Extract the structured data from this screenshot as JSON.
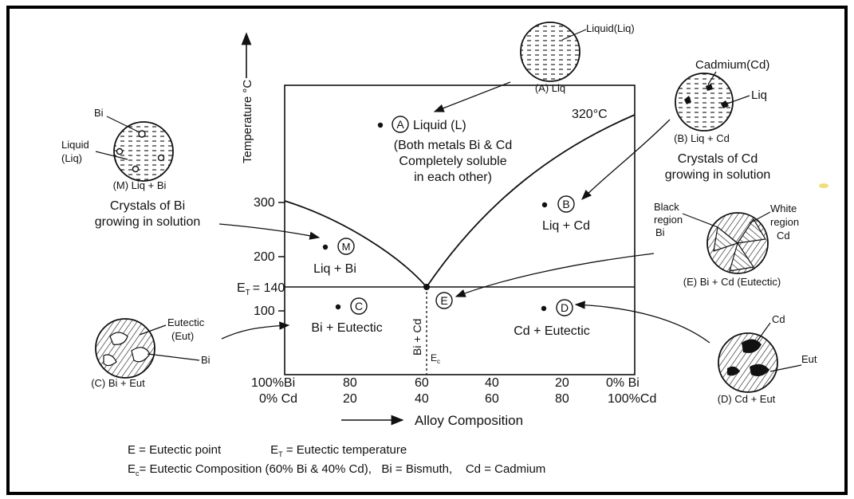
{
  "axes": {
    "y_label": "Temperature °C",
    "x_label": "Alloy Composition",
    "y_ticks": [
      "300",
      "200",
      "100"
    ],
    "eutectic_temp_label": "E",
    "eutectic_temp_sub": "T",
    "eutectic_temp_value": "= 140",
    "x_ticks_bi": [
      "100%Bi",
      "80",
      "60",
      "40",
      "20",
      "0% Bi"
    ],
    "x_ticks_cd": [
      "0% Cd",
      "20",
      "40",
      "60",
      "80",
      "100%Cd"
    ],
    "ec_label": "E",
    "ec_sub": "c",
    "vertical_label": "Bi + Cd",
    "cd_melting": "320°C"
  },
  "regions": {
    "A": {
      "letter": "A",
      "title": "Liquid (L)",
      "lines": [
        "(Both metals Bi & Cd",
        "Completely soluble",
        "in each other)"
      ]
    },
    "B": {
      "letter": "B",
      "text": "Liq + Cd"
    },
    "M": {
      "letter": "M",
      "text": "Liq + Bi"
    },
    "C": {
      "letter": "C",
      "text": "Bi + Eutectic"
    },
    "D": {
      "letter": "D",
      "text": "Cd + Eutectic"
    },
    "E": {
      "letter": "E"
    }
  },
  "micrographs": {
    "A": {
      "caption": "(A) Liq",
      "labels": [
        "Liquid(Liq)"
      ]
    },
    "B": {
      "caption": "(B) Liq + Cd",
      "labels": [
        "Cadmium(Cd)",
        "Liq"
      ],
      "note": [
        "Crystals of Cd",
        "growing in solution"
      ]
    },
    "M": {
      "caption": "(M) Liq + Bi",
      "labels": [
        "Bi",
        "Liquid",
        "(Liq)"
      ],
      "note": [
        "Crystals of Bi",
        "growing in solution"
      ]
    },
    "E": {
      "caption": "(E) Bi + Cd (Eutectic)",
      "labels": [
        "Black",
        "region",
        "Bi",
        "White",
        "region",
        "Cd"
      ]
    },
    "C": {
      "caption": "(C) Bi + Eut",
      "labels": [
        "Eutectic",
        "(Eut)",
        "Bi"
      ]
    },
    "D": {
      "caption": "(D) Cd + Eut",
      "labels": [
        "Cd",
        "Eut"
      ]
    }
  },
  "legend": {
    "line1_a": "E = Eutectic point",
    "line1_b_pre": "E",
    "line1_b_sub": "T",
    "line1_b_post": "= Eutectic temperature",
    "line2_pre": "E",
    "line2_sub": "c",
    "line2_post": "= Eutectic Composition (60% Bi & 40% Cd),   Bi = Bismuth,    Cd = Cadmium"
  }
}
